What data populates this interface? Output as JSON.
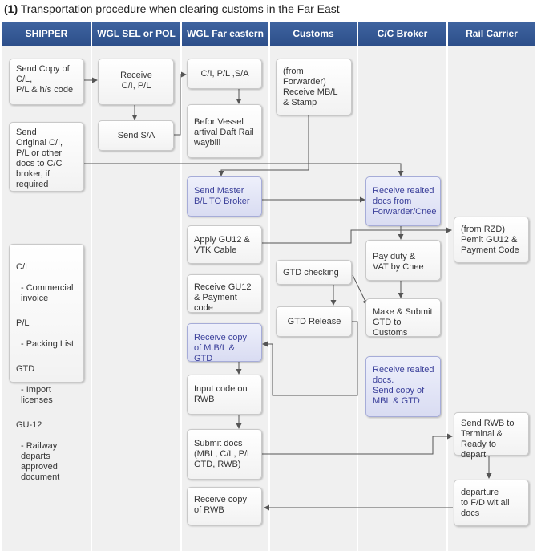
{
  "title": {
    "number": "(1)",
    "text": "Transportation procedure when clearing customs in the Far East"
  },
  "headers": [
    "SHIPPER",
    "WGL SEL or POL",
    "WGL Far eastern",
    "Customs",
    "C/C Broker",
    "Rail Carrier"
  ],
  "boxes": {
    "send_copy": "Send Copy of C/L,\nP/L & h/s code",
    "send_original": "Send\nOriginal C/I, P/L or other docs to C/C broker, if required",
    "receive_cl_pl": "Receive\nC/I, P/L",
    "send_sa": "Send S/A",
    "ci_pl_sa": "C/I, P/L ,S/A",
    "befor_vessel": "Befor Vessel artival Daft Rail waybill",
    "send_master": "Send Master B/L TO Broker",
    "apply_gu12": "Apply GU12 & VTK Cable",
    "receive_gu12": "Receive GU12 & Payment code",
    "receive_copy_mbl": "Receive copy of M.B/L & GTD",
    "input_code": "Input code on RWB",
    "submit_docs": "Submit docs (MBL, C/L, P/L GTD, RWB)",
    "receive_copy_rwb": "Receive copy of RWB",
    "from_forwarder": "(from Forwarder)\nReceive MB/L & Stamp",
    "gtd_checking": "GTD checking",
    "gtd_release": "GTD Release",
    "receive_realted_1": "Receive realted docs from Forwarder/Cnee",
    "pay_duty": "Pay duty &\nVAT by Cnee",
    "make_submit": "Make & Submit GTD to Customs",
    "receive_realted_2": "Receive realted docs.\nSend copy of MBL & GTD",
    "from_rzd": "(from RZD)\nPemit GU12 & Payment Code",
    "send_rwb": "Send RWB to Terminal & Ready to depart",
    "departure": "departure\nto F/D wit all docs"
  },
  "legend": [
    {
      "term": "C/I",
      "desc": "- Commercial invoice"
    },
    {
      "term": "P/L",
      "desc": "- Packing List"
    },
    {
      "term": "GTD",
      "desc": "- Import licenses"
    },
    {
      "term": "GU-12",
      "desc": "- Railway departs approved document"
    }
  ],
  "colors": {
    "header": "#2f528c",
    "lane": "#f0f0f0",
    "highlight_text": "#3a3f9a",
    "arrow": "#555555"
  }
}
